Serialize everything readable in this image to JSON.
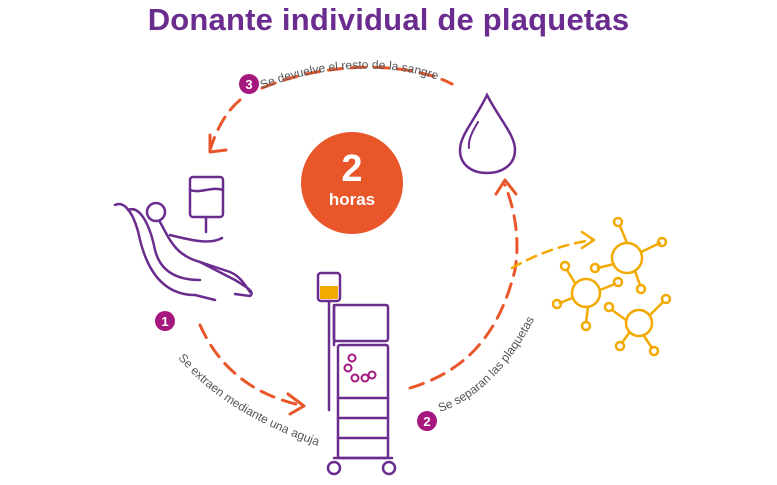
{
  "title": "Donante individual de plaquetas",
  "center": {
    "number": "2",
    "unit": "horas"
  },
  "steps": [
    {
      "number": "1",
      "label": "Se extraen mediante una aguja"
    },
    {
      "number": "2",
      "label": "Se separan las plaquetas"
    },
    {
      "number": "3",
      "label": "Se devuelve el resto de la sangre"
    }
  ],
  "colors": {
    "purple": "#6a2c8e",
    "magenta": "#a5197f",
    "orange": "#e8562a",
    "yellow": "#f2a900"
  },
  "icons": [
    "donor-in-chair-icon",
    "blood-drop-icon",
    "apheresis-machine-icon",
    "platelets-icon"
  ]
}
